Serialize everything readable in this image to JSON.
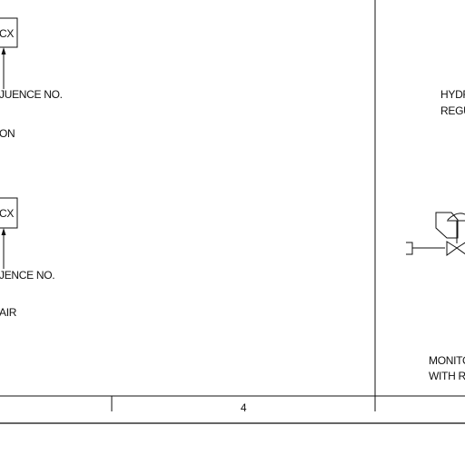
{
  "diagram": {
    "box_1_text": "CX",
    "sequence_label_1": "JUENCE NO.",
    "partial_label_1": "ON",
    "box_2_text": "CX",
    "sequence_label_2": "JENCE NO.",
    "partial_label_2": "AIR",
    "right_label_1_line_1": "HYDR",
    "right_label_1_line_2": "REGU",
    "right_label_2_line_1": "MONITO",
    "right_label_2_line_2": "WITH R",
    "page_number": "4"
  }
}
